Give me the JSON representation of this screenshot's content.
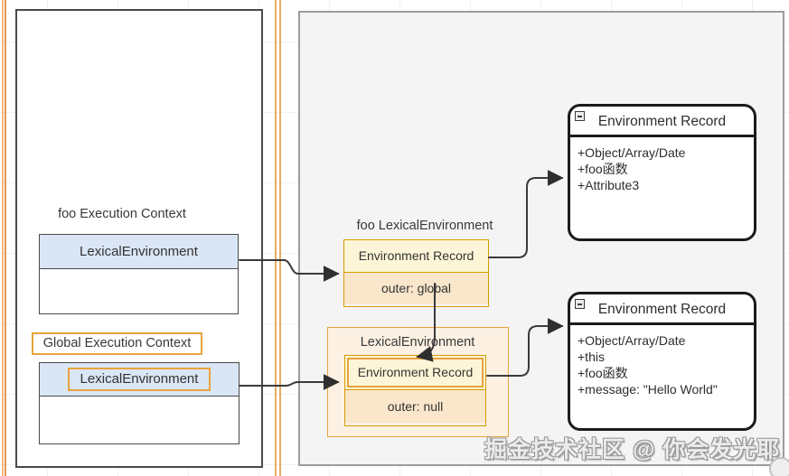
{
  "diagram": {
    "left_panel": {
      "foo_context_title": "foo Execution Context",
      "foo_lexical_label": "LexicalEnvironment",
      "global_context_title": "Global Execution Context",
      "global_lexical_label": "LexicalEnvironment"
    },
    "right_panel": {
      "foo_lexical_env": {
        "title": "foo LexicalEnvironment",
        "record_label": "Environment Record",
        "outer_label": "outer: global"
      },
      "global_lexical_env": {
        "title": "LexicalEnvironment",
        "record_label": "Environment Record",
        "outer_label": "outer: null"
      },
      "foo_record_node": {
        "title": "Environment Record",
        "items": [
          "+Object/Array/Date",
          "+foo函数",
          "+Attribute3"
        ]
      },
      "global_record_node": {
        "title": "Environment Record",
        "items": [
          "+Object/Array/Date",
          "+this",
          "+foo函数",
          "+message: \"Hello World\""
        ]
      }
    },
    "watermark": "掘金技术社区 @ 你会发光耶",
    "colors": {
      "accent_orange": "#d79b00",
      "highlight_orange": "#e8a33d",
      "header_blue": "#dae6f5",
      "record_header_yellow": "#fdf5d7",
      "record_outer_peach": "#f9e6cb",
      "node_border": "#1b1b1b",
      "connector": "#3a3a3a"
    }
  }
}
